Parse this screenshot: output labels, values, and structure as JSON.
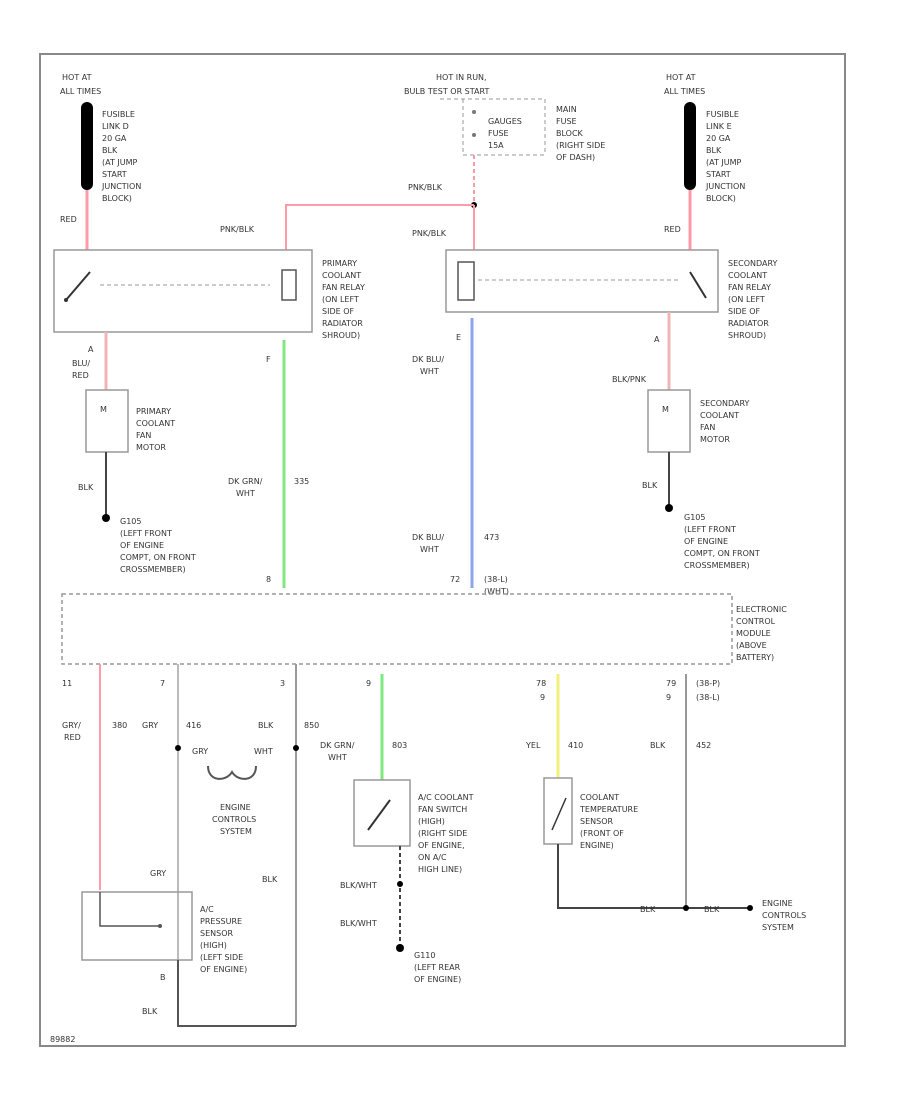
{
  "labels": {
    "hot_left": "HOT AT",
    "hot_left2": "ALL TIMES",
    "hot_right": "HOT AT",
    "hot_right2": "ALL TIMES",
    "hot_center": "HOT IN RUN,",
    "hot_center2": "BULB TEST OR START",
    "fusible_left": [
      "FUSIBLE",
      "LINK D",
      "20 GA",
      "BLK",
      "(AT JUMP",
      "START",
      "JUNCTION",
      "BLOCK)"
    ],
    "fusible_right": [
      "FUSIBLE",
      "LINK E",
      "20 GA",
      "BLK",
      "(AT JUMP",
      "START",
      "JUNCTION",
      "BLOCK)"
    ],
    "gauges_fuse": [
      "GAUGES",
      "FUSE",
      "15A"
    ],
    "main_fuse_block": [
      "MAIN",
      "FUSE",
      "BLOCK",
      "(RIGHT SIDE",
      "OF DASH)"
    ],
    "pnk_blk_top": "PNK/BLK",
    "pnk_blk_left": "PNK/BLK",
    "pnk_blk_center": "PNK/BLK",
    "red_left": "RED",
    "red_right": "RED",
    "primary_relay": [
      "PRIMARY",
      "COOLANT",
      "FAN RELAY",
      "(ON LEFT",
      "SIDE OF",
      "RADIATOR",
      "SHROUD)"
    ],
    "secondary_relay": [
      "SECONDARY",
      "COOLANT",
      "FAN RELAY",
      "(ON LEFT",
      "SIDE OF",
      "RADIATOR",
      "SHROUD)"
    ],
    "blu_red": [
      "BLU/",
      "RED"
    ],
    "blk_pnk": "BLK/PNK",
    "primary_motor": [
      "PRIMARY",
      "COOLANT",
      "FAN",
      "MOTOR"
    ],
    "secondary_motor": [
      "SECONDARY",
      "COOLANT",
      "FAN",
      "MOTOR"
    ],
    "blk_l": "BLK",
    "blk_r": "BLK",
    "ground_left": [
      "G105",
      "(LEFT FRONT",
      "OF ENGINE",
      "COMPT, ON FRONT",
      "CROSSMEMBER)"
    ],
    "ground_right": [
      "G105",
      "(LEFT FRONT",
      "OF ENGINE",
      "COMPT, ON FRONT",
      "CROSSMEMBER)"
    ],
    "dk_grn_wht": [
      "DK GRN/",
      "WHT"
    ],
    "wire_335": "335",
    "dk_blu_wht_a": [
      "DK BLU/",
      "WHT"
    ],
    "dk_blu_wht_b": [
      "DK BLU/",
      "WHT"
    ],
    "wire_473": "473",
    "ecm_conn_label": [
      "(38-L)",
      "(WHT)"
    ],
    "ecm": [
      "ELECTRONIC",
      "CONTROL",
      "MODULE",
      "(ABOVE",
      "BATTERY)"
    ],
    "pin_11": "11",
    "pin_7": "7",
    "pin_3": "3",
    "pin_8": "8",
    "pin_72": "72",
    "pin_9": "9",
    "pin_78": "78",
    "pin_79": "79",
    "pin_f": "F",
    "pin_e": "E",
    "pin_a": "A",
    "pin_a2": "A",
    "pin_b": "B",
    "conn_p": "(38-P)",
    "conn_l": "(38-L)",
    "gry_red": [
      "GRY/",
      "RED"
    ],
    "wire_380": "380",
    "gry": "GRY",
    "wire_416": "416",
    "blk_1": "BLK",
    "wire_850": "850",
    "gry2": "GRY",
    "wht": "WHT",
    "engine_controls": [
      "ENGINE",
      "CONTROLS",
      "SYSTEM"
    ],
    "dk_grn_wht2": [
      "DK GRN/",
      "WHT"
    ],
    "wire_803": "803",
    "ac_switch": [
      "A/C COOLANT",
      "FAN SWITCH",
      "(HIGH)",
      "(RIGHT SIDE",
      "OF ENGINE,",
      "ON A/C",
      "HIGH LINE)"
    ],
    "yel": "YEL",
    "wire_410": "410",
    "blk_2": "BLK",
    "wire_452": "452",
    "coolant_sensor": [
      "COOLANT",
      "TEMPERATURE",
      "SENSOR",
      "(FRONT OF",
      "ENGINE)"
    ],
    "gry3": "GRY",
    "blk_3": "BLK",
    "blk_wht1": "BLK/WHT",
    "blk_wht2": "BLK/WHT",
    "pressure_sensor": [
      "A/C",
      "PRESSURE",
      "SENSOR",
      "(HIGH)",
      "(LEFT SIDE",
      "OF ENGINE)"
    ],
    "g110": [
      "G110",
      "(LEFT REAR",
      "OF ENGINE)"
    ],
    "blk_4": "BLK",
    "blk_5": "BLK",
    "engine_controls2": [
      "ENGINE",
      "CONTROLS",
      "SYSTEM"
    ],
    "blk_bottom": "BLK",
    "footer_code": "89882"
  },
  "colors": {
    "red_wire": "#ff9aa8",
    "green_wire": "#7fe87f",
    "blue_wire": "#8fa4ee",
    "yellow_wire": "#f1f17a",
    "pink_wire": "#f0b4b4"
  }
}
